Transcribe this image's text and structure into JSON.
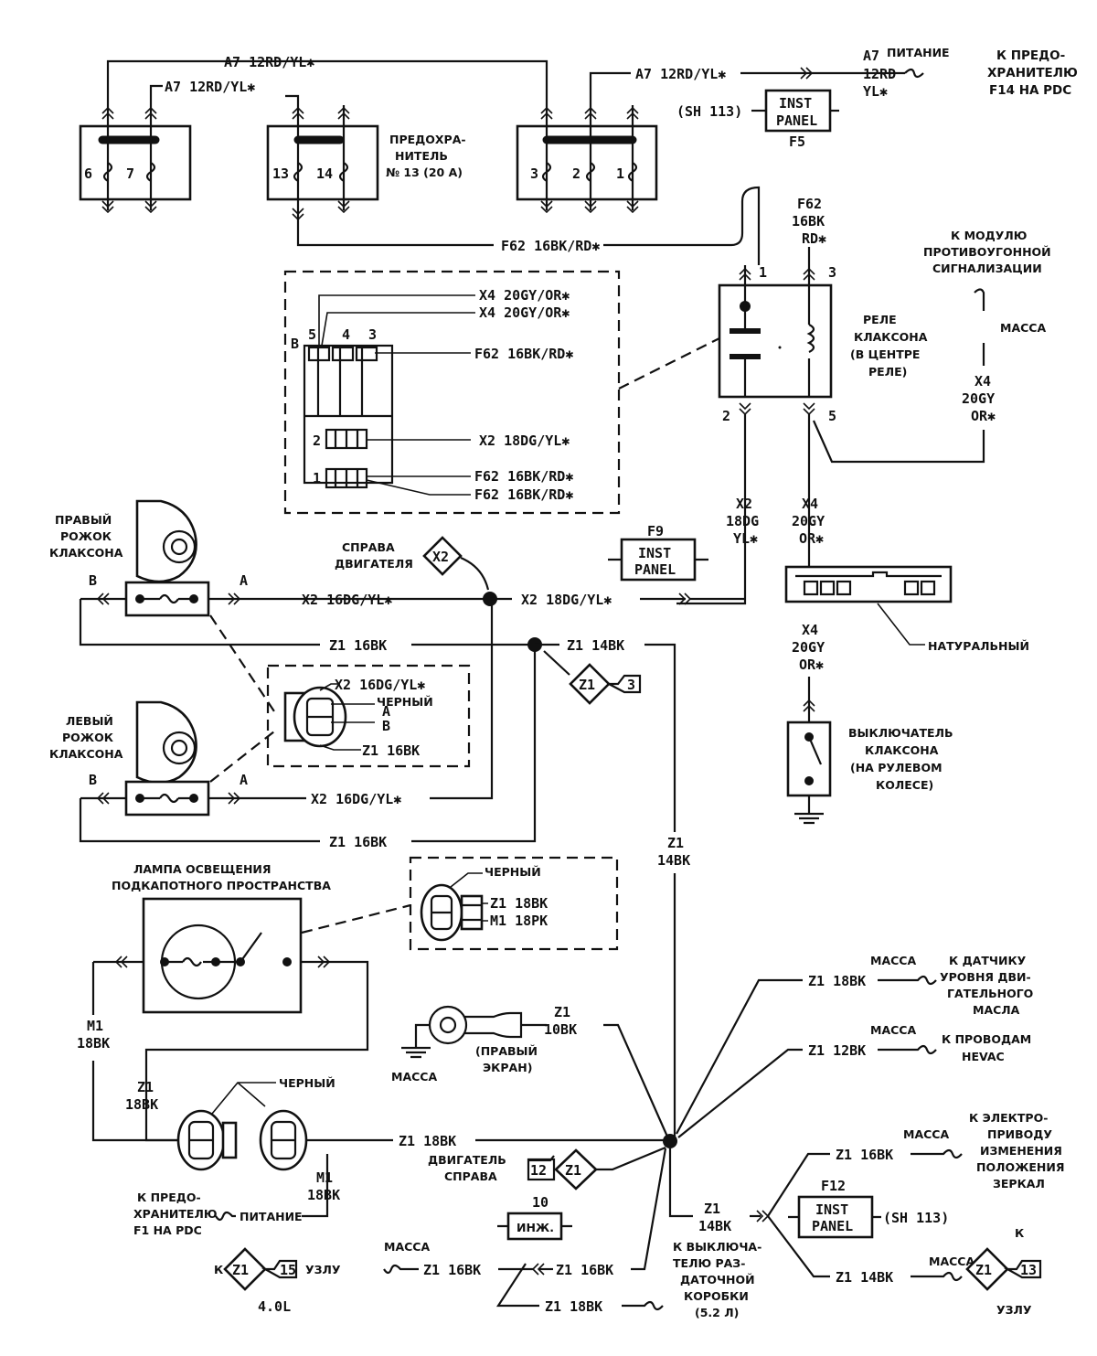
{
  "wires": {
    "a7_top": "A7 12RD/YL✱",
    "a7_fuse13": "A7 12RD/YL✱",
    "a7_fuse3": "A7 12RD/YL✱",
    "a7_pdc_1": "A7",
    "a7_pdc_2": "12RD",
    "a7_pdc_3": "YL✱",
    "f62_relay_run": "F62 16BK/RD✱",
    "f62_relay_1": "F62",
    "f62_relay_2": "16BK",
    "f62_relay_3": "RD✱",
    "x2_relay_1": "X2",
    "x2_relay_2": "18DG",
    "x2_relay_3": "YL✱",
    "x4_relay_1": "X4",
    "x4_relay_2": "20GY",
    "x4_relay_3": "OR✱",
    "x4_mass_1": "X4",
    "x4_mass_2": "20GY",
    "x4_mass_3": "OR✱",
    "x4_sw_1": "X4",
    "x4_sw_2": "20GY",
    "x4_sw_3": "OR✱",
    "x2_right_horn": "X2 16DG/YL✱",
    "x2_splice_run": "X2 18DG/YL✱",
    "z1_right_horn": "Z1 16BK",
    "z1_14bk_h": "Z1 14BK",
    "x2_left_horn": "X2 16DG/YL✱",
    "z1_left_horn": "Z1 16BK",
    "z1_vert_1": "Z1",
    "z1_vert_2": "14BK",
    "z1_oil": "Z1 18BK",
    "z1_hevac": "Z1 12BK",
    "z1_screen_1": "Z1",
    "z1_screen_2": "10BK",
    "m1_lamp_1": "M1",
    "m1_lamp_2": "18BK",
    "z1_lampconn_1": "Z1",
    "z1_lampconn_2": "18BK",
    "z1_to_splice": "Z1 18BK",
    "m1_bottom_1": "M1",
    "m1_bottom_2": "18BK",
    "z1_mirror": "Z1 16BK",
    "z1_f12_1": "Z1",
    "z1_f12_2": "14BK",
    "z1_node13": "Z1 14BK",
    "z1_bottom_a": "Z1 16BK",
    "z1_bottom_b": "Z1 16BK",
    "z1_bottom_c": "Z1 18BK",
    "x2_f9_1": "X2",
    "x2_f9_2": "18DG",
    "x2_f9_3": "YL✱"
  },
  "fuse_box": {
    "fuse_pins_a": [
      "6",
      "7"
    ],
    "fuse_pins_b": [
      "13",
      "14"
    ],
    "fuse_pins_c": [
      "3",
      "2",
      "1"
    ],
    "fuse13_label": [
      "ПРЕДОХРА-",
      "НИТЕЛЬ",
      "№ 13 (20 А)"
    ],
    "pdc_power_label": "ПИТАНИЕ",
    "pdc_dest": [
      "К ПРЕДО-",
      "ХРАНИТЕЛЮ",
      "F14 НА PDC"
    ],
    "sh113_top": "(SH 113)",
    "inst_panel_f5": [
      "INST",
      "PANEL"
    ],
    "f5": "F5"
  },
  "relay": {
    "pins": [
      "1",
      "3",
      "2",
      "5"
    ],
    "label": [
      "РЕЛЕ",
      "КЛАКСОНА",
      "(В ЦЕНТРЕ",
      "РЕЛЕ)"
    ],
    "theft_module": [
      "К МОДУЛЮ",
      "ПРОТИВОУГОННОЙ",
      "СИГНАЛИЗАЦИИ"
    ],
    "mass": "МАССА"
  },
  "relay_connector": {
    "pin_labels": [
      "5",
      "4",
      "3",
      "B",
      "2",
      "1"
    ],
    "wires": [
      "X4 20GY/OR✱",
      "X4 20GY/OR✱",
      "F62 16BK/RD✱",
      "X2 18DG/YL✱",
      "F62 16BK/RD✱",
      "F62 16BK/RD✱"
    ]
  },
  "horns": {
    "right_label": [
      "ПРАВЫЙ",
      "РОЖОК",
      "КЛАКСОНА"
    ],
    "left_label": [
      "ЛЕВЫЙ",
      "РОЖОК",
      "КЛАКСОНА"
    ],
    "pin_b": "B",
    "pin_a": "A",
    "engine_right": [
      "СПРАВА",
      "ДВИГАТЕЛЯ"
    ],
    "x2_node": "X2",
    "z1_node": "Z1",
    "z1_node_num": "3",
    "horn_conn": {
      "w1": "X2 16DG/YL✱",
      "color": "ЧЕРНЫЙ",
      "a": "A",
      "b": "B",
      "w2": "Z1 16BK"
    }
  },
  "switch": {
    "f9": "F9",
    "inst_panel_f9": [
      "INST",
      "PANEL"
    ],
    "connector_color": "НАТУРАЛЬНЫЙ",
    "label": [
      "ВЫКЛЮЧАТЕЛЬ",
      "КЛАКСОНА",
      "(НА РУЛЕВОМ",
      "КОЛЕСЕ)"
    ]
  },
  "lamp": {
    "label": [
      "ЛАМПА ОСВЕЩЕНИЯ",
      "ПОДКАПОТНОГО ПРОСТРАНСТВА"
    ],
    "conn_color": "ЧЕРНЫЙ",
    "conn_w1": "Z1 18BK",
    "conn_w2": "M1 18PK"
  },
  "bottom": {
    "black": "ЧЕРНЫЙ",
    "pdc_f1": [
      "К ПРЕДО-",
      "ХРАНИТЕЛЮ",
      "F1 НА PDC"
    ],
    "power": "ПИТАНИЕ",
    "to_k": "К",
    "node15_z": "Z1",
    "node15_n": "15",
    "node_word": "УЗЛУ",
    "node15_sub": "4.0L",
    "mass_screen": "МАССА",
    "screen_label": [
      "(ПРАВЫЙ",
      "ЭКРАН)"
    ],
    "engine_right": [
      "ДВИГАТЕЛЬ",
      "СПРАВА"
    ],
    "node12_n": "12",
    "node12_z": "Z1",
    "inj_num": "10",
    "inj_label": "ИНЖ.",
    "mass_bottom": "МАССА",
    "transfer_case": [
      "К ВЫКЛЮЧА-",
      "ТЕЛЮ РАЗ-",
      "ДАТОЧНОЙ",
      "КОРОБКИ",
      "(5.2 Л)"
    ],
    "oil_mass": "МАССА",
    "oil_dest": [
      "К ДАТЧИКУ",
      "УРОВНЯ ДВИ-",
      "ГАТЕЛЬНОГО",
      "МАСЛА"
    ],
    "hevac_mass": "МАССА",
    "hevac_dest": [
      "К ПРОВОДАМ",
      "HEVAC"
    ],
    "mirror_mass": "МАССА",
    "mirror_dest": [
      "К ЭЛЕКТРО-",
      "ПРИВОДУ",
      "ИЗМЕНЕНИЯ",
      "ПОЛОЖЕНИЯ",
      "ЗЕРКАЛ"
    ],
    "f12": "F12",
    "inst_panel_f12": [
      "INST",
      "PANEL"
    ],
    "sh113_bottom": "(SH 113)",
    "node13_mass": "МАССА",
    "node13_k": "К",
    "node13_z": "Z1",
    "node13_n": "13",
    "node13_word": "УЗЛУ"
  }
}
